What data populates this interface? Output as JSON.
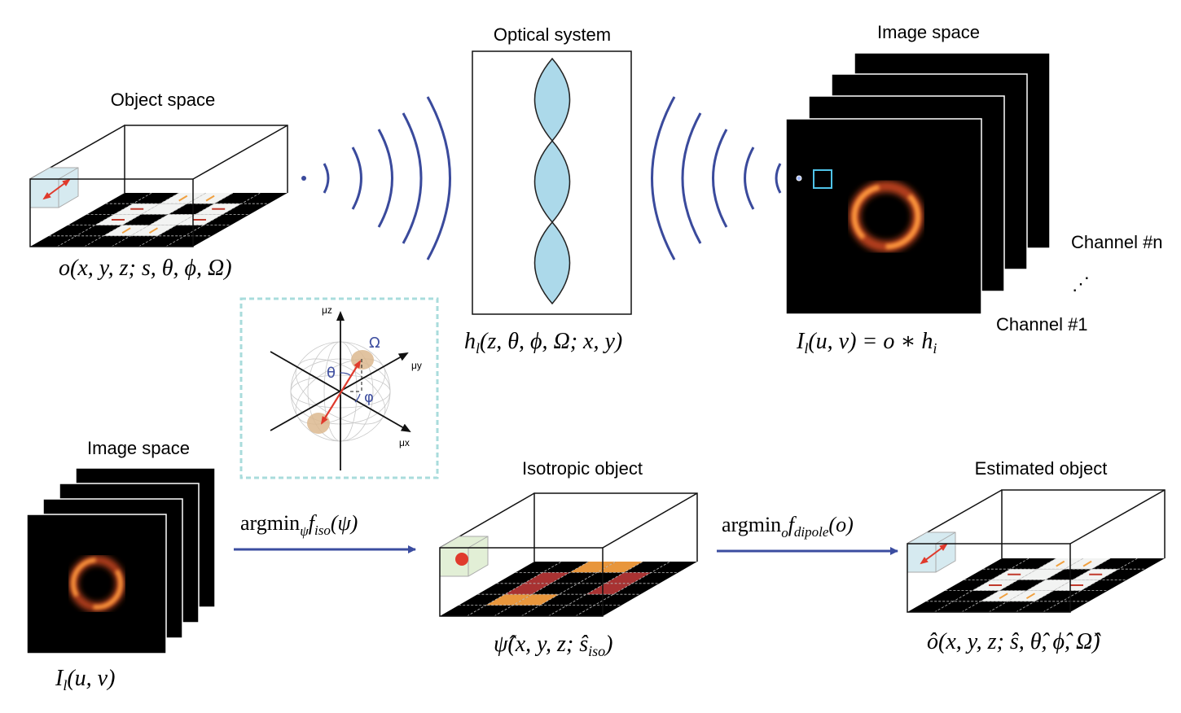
{
  "labels": {
    "object_space": "Object space",
    "optical_system": "Optical system",
    "image_space_top": "Image space",
    "image_space_bottom": "Image space",
    "isotropic_object": "Isotropic object",
    "estimated_object": "Estimated object",
    "channel_n": "Channel #n",
    "channel_dots": "⋰",
    "channel_1": "Channel #1"
  },
  "equations": {
    "object": "o(x, y, z; s, θ, ϕ, Ω)",
    "psf": {
      "main": "h",
      "sub": "l",
      "rest": "(z, θ, ϕ, Ω; x, y)"
    },
    "image_top": {
      "main": "I",
      "sub": "l",
      "rest": "(u, v) = o ∗ h",
      "sub2": "i"
    },
    "image_bottom": {
      "main": "I",
      "sub": "l",
      "rest": "(u, v)"
    },
    "isotropic": {
      "main": "ψ̂(x, y, z; ŝ",
      "sub": "iso",
      "rest": ")"
    },
    "estimated": "ô(x, y, z; ŝ, θ̂, ϕ̂, Ω̂)",
    "argmin_iso": {
      "op": "argmin",
      "opsub": "ψ",
      "f": "f",
      "fsub": "iso",
      "rest": "(ψ)"
    },
    "argmin_dipole": {
      "op": "argmin",
      "opsub": "o",
      "f": "f",
      "fsub": "dipole",
      "rest": "(o)"
    }
  },
  "inset": {
    "mu_z": "μz",
    "mu_y": "μy",
    "mu_x": "μx",
    "omega": "Ω",
    "theta": "θ",
    "phi": "φ"
  },
  "colors": {
    "wave": "#3a4a9c",
    "arrow": "#3b4da0",
    "lens": "#acd9ea",
    "dipole": "#e03a2c",
    "inset_border": "#a9dcdc"
  }
}
